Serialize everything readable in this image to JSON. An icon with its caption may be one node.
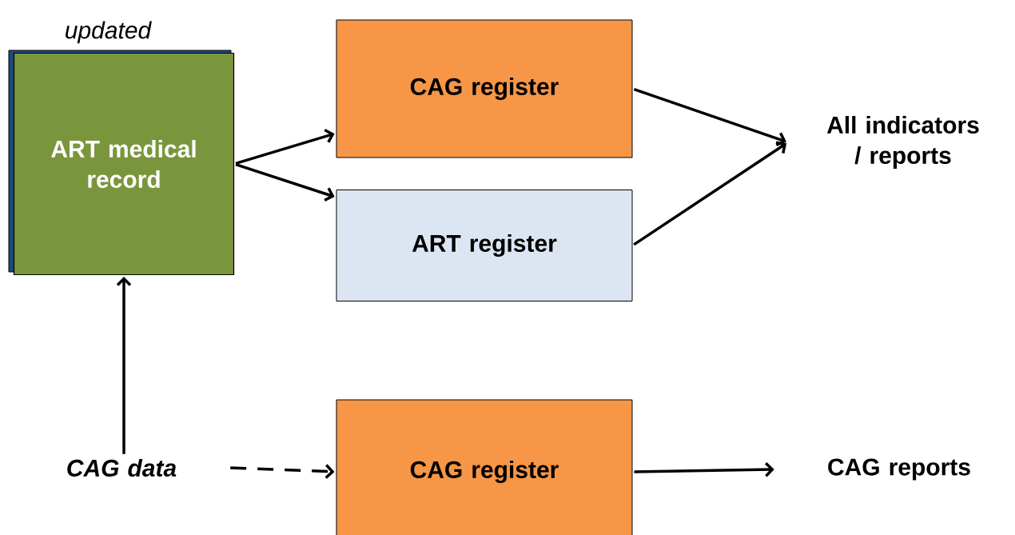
{
  "diagram": {
    "nodes": [
      {
        "text": [
          "ART medical record"
        ],
        "beside": [
          "updated"
        ]
      },
      {
        "text": [
          "CAG register"
        ]
      },
      {
        "text": [
          "ART register"
        ]
      },
      {
        "text": [
          "All indicators / reports"
        ]
      },
      {
        "text": [
          "CAG data"
        ]
      },
      {
        "text": [
          "CAG register"
        ]
      },
      {
        "text": [
          "CAG reports"
        ]
      }
    ],
    "edges": [
      {
        "from": 0,
        "to": 1,
        "arrow": "to"
      },
      {
        "from": 0,
        "to": 2,
        "arrow": "to"
      },
      {
        "from": 1,
        "to": 3,
        "arrow": "to"
      },
      {
        "from": 2,
        "to": 3,
        "arrow": "to"
      },
      {
        "from": 4,
        "to": 0,
        "arrow": "to"
      },
      {
        "from": 4,
        "to": 5,
        "arrow": "to",
        "style": "dashed"
      },
      {
        "from": 5,
        "to": 6,
        "arrow": "to"
      }
    ]
  }
}
